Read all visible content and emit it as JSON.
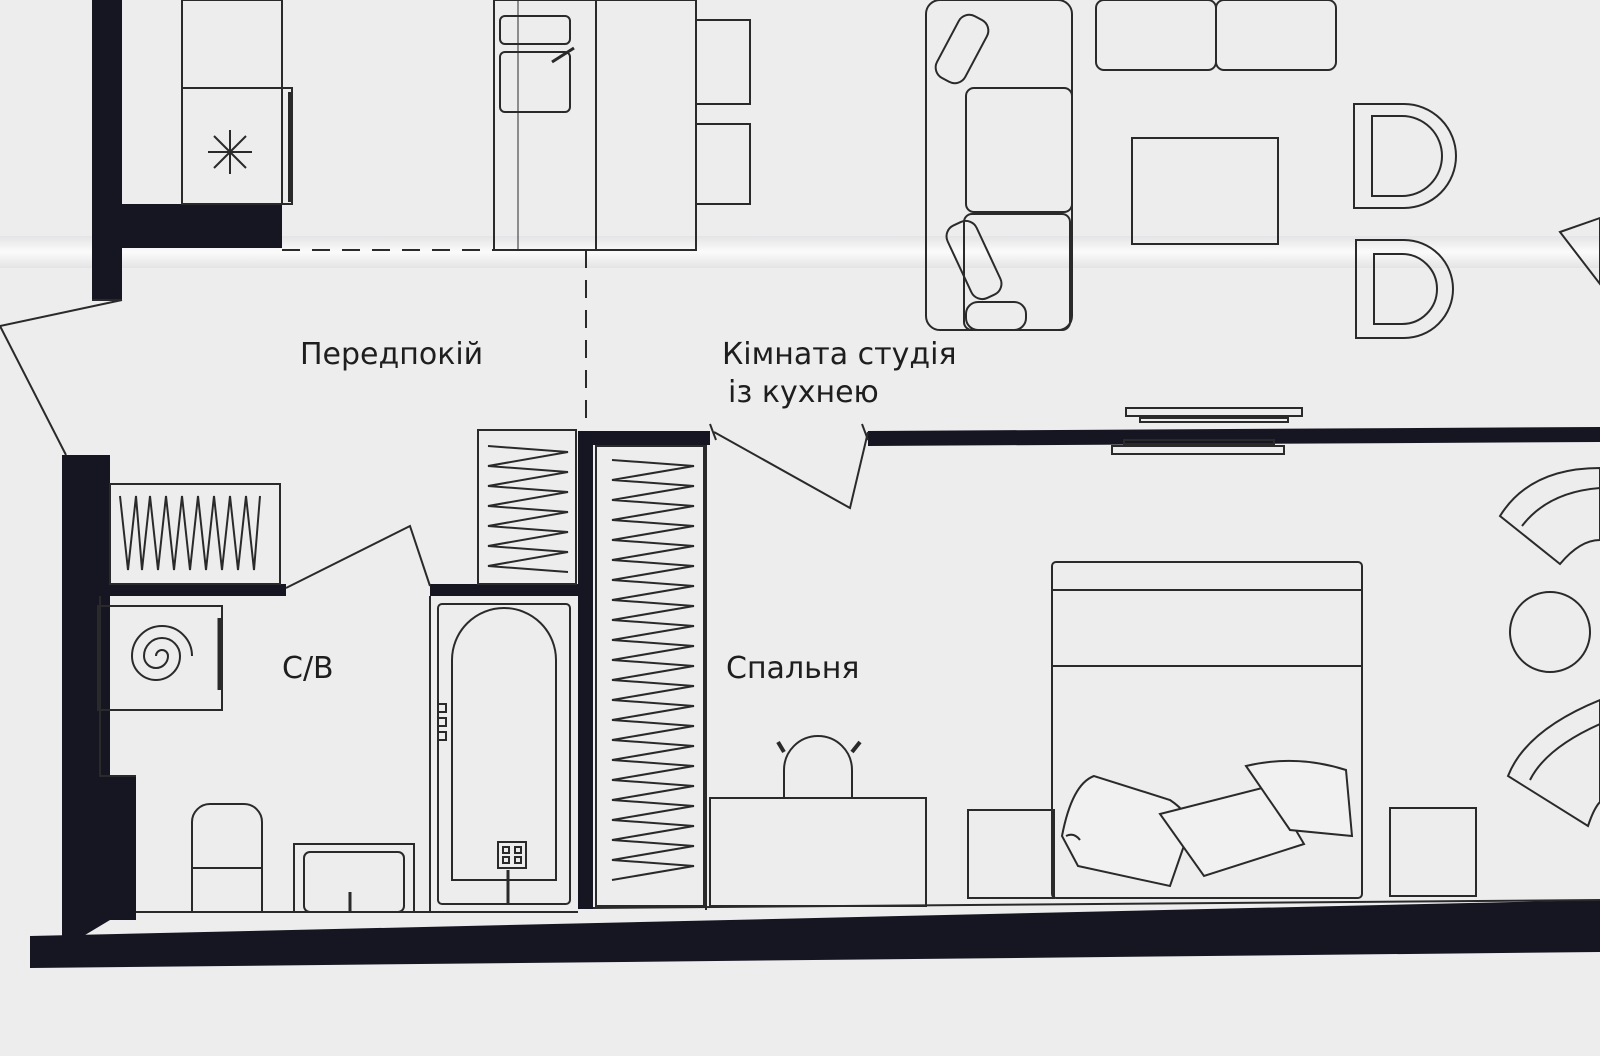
{
  "rooms": {
    "hallway": "Передпокій",
    "studio_line1": "Кімната студія",
    "studio_line2": "із кухнею",
    "bathroom": "С/В",
    "bedroom": "Спальня"
  },
  "colors": {
    "paper": "#ededee",
    "wall": "#161622",
    "line": "#2a2a2a"
  }
}
